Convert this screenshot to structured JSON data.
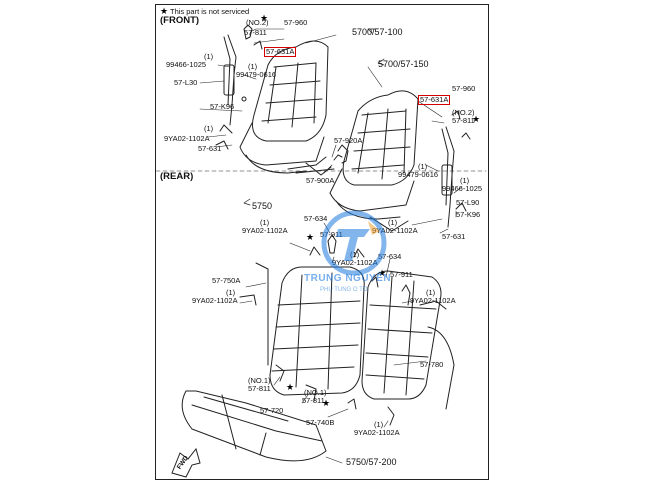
{
  "legend": {
    "star": "★",
    "note": "This part is not serviced"
  },
  "sections": {
    "front": "(FRONT)",
    "rear": "(REAR)"
  },
  "callouts": {
    "front_seat": "5700/57-100",
    "front_seat_right": "5700/57-150",
    "rear_back": "5750",
    "rear_cushion": "5750/57-200"
  },
  "labels": {
    "l_960_front": "57-960",
    "l_no2_front": "(NO.2)",
    "l_811_front": "57-811",
    "l_631a_front": "57-631A",
    "l_1_a": "(1)",
    "l_99466_front": "99466-1025",
    "l_1_b": "(1)",
    "l_99479_front": "99479-0616",
    "l_l30": "57-L30",
    "l_k96_front": "57-K96",
    "l_1_c": "(1)",
    "l_9ya02_front": "9YA02-1102A",
    "l_631_front": "57-631",
    "l_920a": "57-920A",
    "l_900a": "57-900A",
    "l_960_right": "57-960",
    "l_631a_right": "57-631A",
    "l_no2_right": "(NO.2)",
    "l_811_right": "57-811",
    "l_1_d": "(1)",
    "l_99479_right": "99479-0616",
    "l_1_e": "(1)",
    "l_99466_right": "99466-1025",
    "l_l90": "57-L90",
    "l_k96_right": "57-K96",
    "l_1_f": "(1)",
    "l_9ya02_right": "9YA02-1102A",
    "l_631_right": "57-631",
    "l_1_g": "(1)",
    "l_9ya02_rear_a": "9YA02-1102A",
    "l_634_a": "57-634",
    "l_911_a": "57-911",
    "l_1_h": "(1)",
    "l_9ya02_rear_b": "9YA02-1102A",
    "l_634_b": "57-634",
    "l_911_b": "57-911",
    "l_750a": "57-750A",
    "l_1_i": "(1)",
    "l_9ya02_rear_c": "9YA02-1102A",
    "l_1_j": "(1)",
    "l_9ya02_rear_d": "9YA02-1102A",
    "l_780": "57-780",
    "l_no1_a": "(NO.1)",
    "l_811_rear_a": "57-811",
    "l_720": "57-720",
    "l_no1_b": "(NO.1)",
    "l_811_rear_b": "57-811",
    "l_740b": "57-740B",
    "l_1_k": "(1)",
    "l_9ya02_rear_e": "9YA02-1102A"
  },
  "fwd_label": "FWD",
  "watermark": {
    "brand": "TRUNG NGUYÊN",
    "tagline": "PHỤ TÙNG Ô TÔ",
    "accent_color": "#1f7ae0",
    "secondary_color": "#f0a030"
  }
}
